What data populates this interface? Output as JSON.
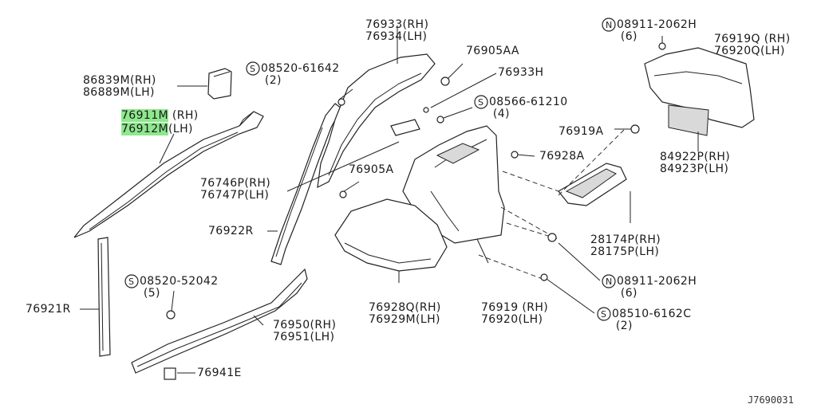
{
  "diagram_code": "J7690031",
  "labels": {
    "p86839": "86839M(RH)\n86889M(LH)",
    "p76911": "76911M",
    "p76911_suffix": " (RH)",
    "p76912": "76912M",
    "p76912_suffix": "(LH)",
    "p76933": "76933(RH)\n76934(LH)",
    "s08520_61642": "08520-61642\n (2)",
    "p76905AA": "76905AA",
    "p76933H": "76933H",
    "s08566_61210": "08566-61210\n (4)",
    "n08911_top": "08911-2062H\n (6)",
    "p76919Q": "76919Q (RH)\n76920Q(LH)",
    "p76919A": "76919A",
    "p84922P": "84922P(RH)\n84923P(LH)",
    "p76928A": "76928A",
    "p76746P": "76746P(RH)\n76747P(LH)",
    "p76905A": "76905A",
    "p76922R": "76922R",
    "p28174P": "28174P(RH)\n28175P(LH)",
    "n08911_mid": "08911-2062H\n (6)",
    "s08520_52042": "08520-52042\n (5)",
    "p76921R": "76921R",
    "p76928Q": "76928Q(RH)\n76929M(LH)",
    "p76919": "76919 (RH)\n76920(LH)",
    "s08510_6162C": "08510-6162C\n (2)",
    "p76950": "76950(RH)\n76951(LH)",
    "p76941E": "76941E"
  },
  "symbols": {
    "S": "S",
    "N": "N"
  },
  "colors": {
    "highlight": "#8ee88e",
    "line": "#222222"
  }
}
